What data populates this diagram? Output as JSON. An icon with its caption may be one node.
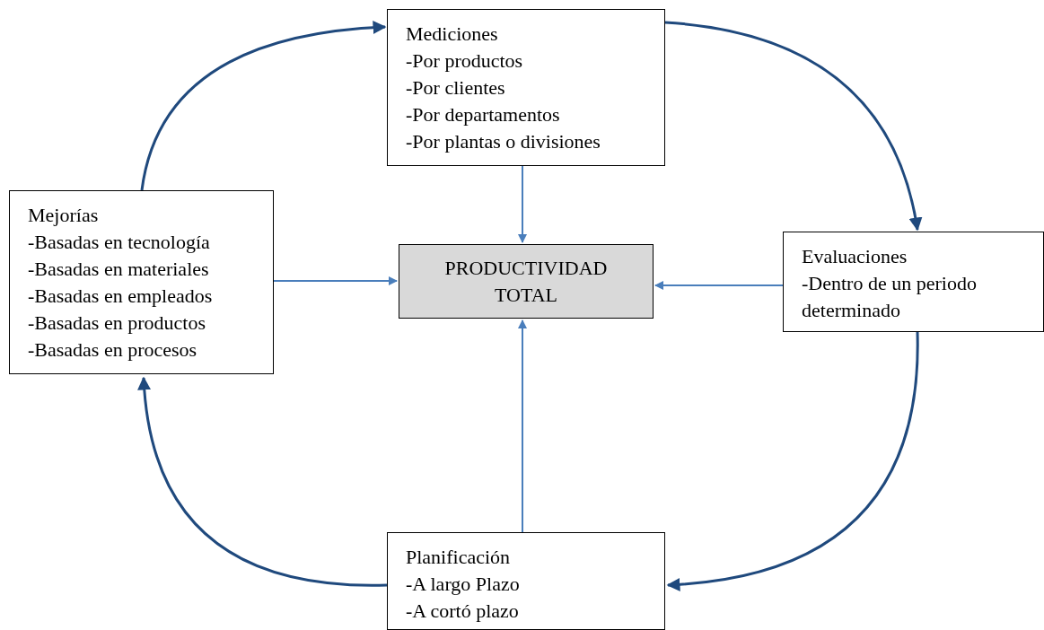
{
  "diagram": {
    "nodes": [
      {
        "text": [
          "Mediciones",
          "-Por productos",
          "-Por clientes",
          "-Por departamentos",
          "-Por plantas o divisiones"
        ]
      },
      {
        "text": [
          "Mejorías",
          "-Basadas en tecnología",
          "-Basadas en materiales",
          "-Basadas en empleados",
          "-Basadas en productos",
          "-Basadas en procesos"
        ]
      },
      {
        "text": [
          "PRODUCTIVIDAD TOTAL"
        ]
      },
      {
        "text": [
          "Evaluaciones",
          "-Dentro de un periodo determinado"
        ]
      },
      {
        "text": [
          "Planificación",
          "-A largo Plazo",
          "-A cortó plazo"
        ]
      }
    ],
    "edges": [
      {
        "from": 0,
        "to": 2,
        "arrow": "to"
      },
      {
        "from": 1,
        "to": 2,
        "arrow": "to"
      },
      {
        "from": 3,
        "to": 2,
        "arrow": "to"
      },
      {
        "from": 4,
        "to": 2,
        "arrow": "to"
      },
      {
        "from": 1,
        "to": 0,
        "arrow": "to",
        "color": "#1f497d"
      },
      {
        "from": 0,
        "to": 3,
        "arrow": "to",
        "color": "#1f497d"
      },
      {
        "from": 3,
        "to": 4,
        "arrow": "to",
        "color": "#1f497d"
      },
      {
        "from": 4,
        "to": 1,
        "arrow": "to",
        "color": "#1f497d"
      }
    ]
  }
}
